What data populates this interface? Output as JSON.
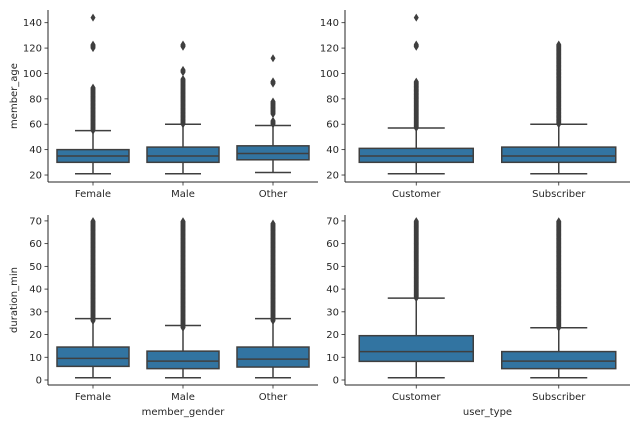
{
  "colors": {
    "box": "#3274a1",
    "line": "#3f3f3f",
    "axis": "#262626"
  },
  "chart_data": [
    {
      "type": "box",
      "title": "",
      "xlabel": "",
      "ylabel": "member_age",
      "ylim": [
        14.5,
        150
      ],
      "yticks": [
        20,
        40,
        60,
        80,
        100,
        120,
        140
      ],
      "categories": [
        "Female",
        "Male",
        "Other"
      ],
      "boxes": [
        {
          "whislo": 21,
          "q1": 30,
          "med": 35,
          "q3": 40,
          "whishi": 55,
          "outliers": [
            [
              55,
              89
            ],
            [
              120,
              123
            ],
            [
              144,
              144
            ]
          ]
        },
        {
          "whislo": 21,
          "q1": 30,
          "med": 35,
          "q3": 42,
          "whishi": 60,
          "outliers": [
            [
              60,
              96
            ],
            [
              101,
              103
            ],
            [
              121,
              123
            ]
          ]
        },
        {
          "whislo": 22,
          "q1": 32,
          "med": 37,
          "q3": 43,
          "whishi": 59,
          "outliers": [
            [
              60,
              63
            ],
            [
              68,
              78
            ],
            [
              92,
              94
            ],
            [
              112,
              112
            ]
          ]
        }
      ]
    },
    {
      "type": "box",
      "title": "",
      "xlabel": "",
      "ylabel": "",
      "ylim": [
        14.5,
        150
      ],
      "yticks": [
        20,
        40,
        60,
        80,
        100,
        120,
        140
      ],
      "categories": [
        "Customer",
        "Subscriber"
      ],
      "boxes": [
        {
          "whislo": 21,
          "q1": 30,
          "med": 35,
          "q3": 41,
          "whishi": 57,
          "outliers": [
            [
              57,
              94
            ],
            [
              121,
              123
            ],
            [
              144,
              144
            ]
          ]
        },
        {
          "whislo": 21,
          "q1": 30,
          "med": 35,
          "q3": 42,
          "whishi": 60,
          "outliers": [
            [
              60,
              123
            ]
          ]
        }
      ]
    },
    {
      "type": "box",
      "title": "",
      "xlabel": "member_gender",
      "ylabel": "duration_min",
      "ylim": [
        -2.2,
        72.6
      ],
      "yticks": [
        0,
        10,
        20,
        30,
        40,
        50,
        60,
        70
      ],
      "categories": [
        "Female",
        "Male",
        "Other"
      ],
      "boxes": [
        {
          "whislo": 1,
          "q1": 6,
          "med": 9.5,
          "q3": 14.5,
          "whishi": 27,
          "outliers": [
            [
              26,
              70
            ]
          ]
        },
        {
          "whislo": 1,
          "q1": 5,
          "med": 8.3,
          "q3": 12.7,
          "whishi": 24,
          "outliers": [
            [
              23,
              70
            ]
          ]
        },
        {
          "whislo": 1,
          "q1": 5.7,
          "med": 9.2,
          "q3": 14.5,
          "whishi": 27,
          "outliers": [
            [
              26,
              69
            ]
          ]
        }
      ]
    },
    {
      "type": "box",
      "title": "",
      "xlabel": "user_type",
      "ylabel": "",
      "ylim": [
        -2.2,
        72.6
      ],
      "yticks": [
        0,
        10,
        20,
        30,
        40,
        50,
        60,
        70
      ],
      "categories": [
        "Customer",
        "Subscriber"
      ],
      "boxes": [
        {
          "whislo": 1,
          "q1": 8.2,
          "med": 12.5,
          "q3": 19.5,
          "whishi": 36,
          "outliers": [
            [
              36,
              70
            ]
          ]
        },
        {
          "whislo": 1,
          "q1": 5,
          "med": 8.3,
          "q3": 12.5,
          "whishi": 23,
          "outliers": [
            [
              23,
              70
            ]
          ]
        }
      ]
    }
  ]
}
